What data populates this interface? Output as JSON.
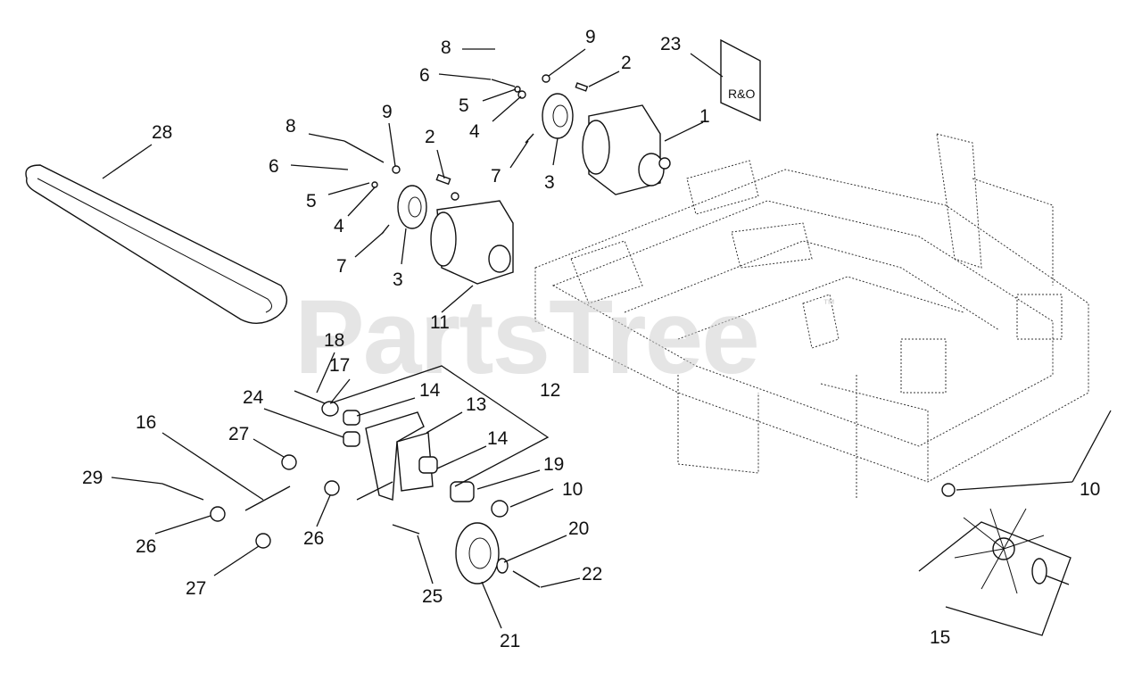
{
  "watermark": {
    "text": "PartsTree",
    "mark": "™"
  },
  "decal_text": "R&O",
  "callouts": [
    {
      "id": "c1",
      "label": "1"
    },
    {
      "id": "c2a",
      "label": "2"
    },
    {
      "id": "c2b",
      "label": "2"
    },
    {
      "id": "c3a",
      "label": "3"
    },
    {
      "id": "c3b",
      "label": "3"
    },
    {
      "id": "c4a",
      "label": "4"
    },
    {
      "id": "c4b",
      "label": "4"
    },
    {
      "id": "c5a",
      "label": "5"
    },
    {
      "id": "c5b",
      "label": "5"
    },
    {
      "id": "c6a",
      "label": "6"
    },
    {
      "id": "c6b",
      "label": "6"
    },
    {
      "id": "c7a",
      "label": "7"
    },
    {
      "id": "c7b",
      "label": "7"
    },
    {
      "id": "c8a",
      "label": "8"
    },
    {
      "id": "c8b",
      "label": "8"
    },
    {
      "id": "c9a",
      "label": "9"
    },
    {
      "id": "c9b",
      "label": "9"
    },
    {
      "id": "c10a",
      "label": "10"
    },
    {
      "id": "c10b",
      "label": "10"
    },
    {
      "id": "c11",
      "label": "11"
    },
    {
      "id": "c12",
      "label": "12"
    },
    {
      "id": "c13",
      "label": "13"
    },
    {
      "id": "c14a",
      "label": "14"
    },
    {
      "id": "c14b",
      "label": "14"
    },
    {
      "id": "c15",
      "label": "15"
    },
    {
      "id": "c16",
      "label": "16"
    },
    {
      "id": "c17",
      "label": "17"
    },
    {
      "id": "c18",
      "label": "18"
    },
    {
      "id": "c19",
      "label": "19"
    },
    {
      "id": "c20",
      "label": "20"
    },
    {
      "id": "c21",
      "label": "21"
    },
    {
      "id": "c22",
      "label": "22"
    },
    {
      "id": "c23",
      "label": "23"
    },
    {
      "id": "c24",
      "label": "24"
    },
    {
      "id": "c25",
      "label": "25"
    },
    {
      "id": "c26a",
      "label": "26"
    },
    {
      "id": "c26b",
      "label": "26"
    },
    {
      "id": "c27a",
      "label": "27"
    },
    {
      "id": "c27b",
      "label": "27"
    },
    {
      "id": "c28",
      "label": "28"
    },
    {
      "id": "c29",
      "label": "29"
    }
  ]
}
